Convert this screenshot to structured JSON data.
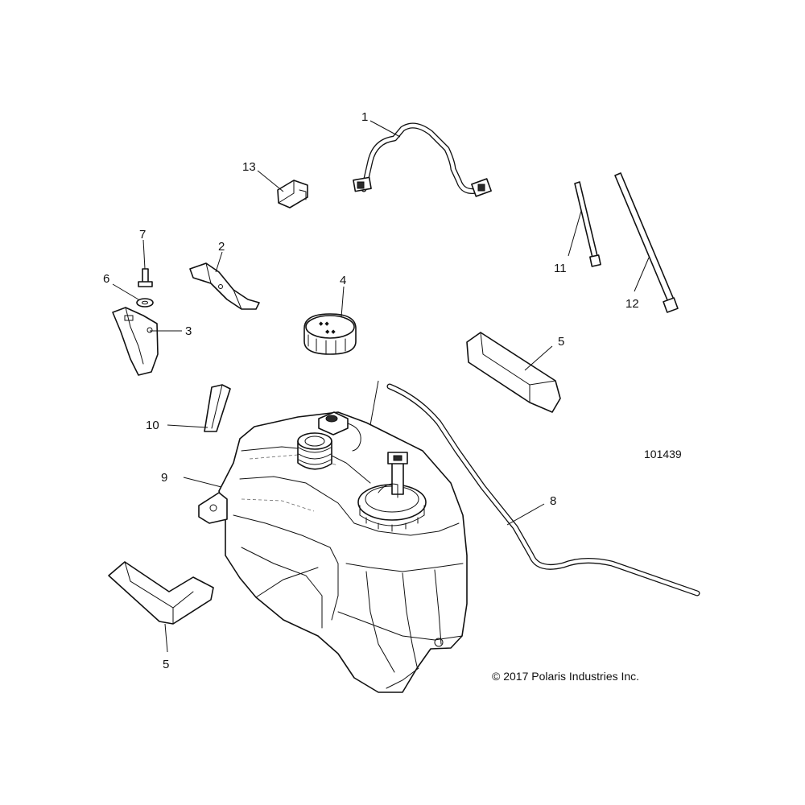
{
  "diagram": {
    "figure_id": "101439",
    "copyright": "© 2017 Polaris Industries Inc.",
    "callouts": {
      "c1": "1",
      "c2": "2",
      "c3": "3",
      "c4": "4",
      "c5a": "5",
      "c5b": "5",
      "c6": "6",
      "c7": "7",
      "c8": "8",
      "c9": "9",
      "c10": "10",
      "c11": "11",
      "c12": "12",
      "c13": "13"
    }
  }
}
